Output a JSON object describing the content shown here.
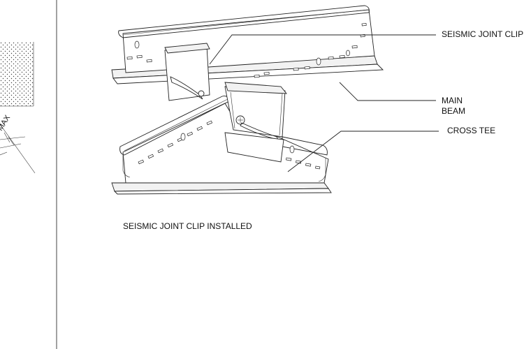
{
  "labels": {
    "seismic_joint_clip": "SEISMIC JOINT CLIP",
    "main_beam_line1": "MAIN",
    "main_beam_line2": "BEAM",
    "cross_tee": "CROSS TEE",
    "caption": "SEISMIC JOINT CLIP INSTALLED",
    "side_fragment": "MAX"
  },
  "colors": {
    "line": "#222222",
    "background": "#ffffff"
  }
}
